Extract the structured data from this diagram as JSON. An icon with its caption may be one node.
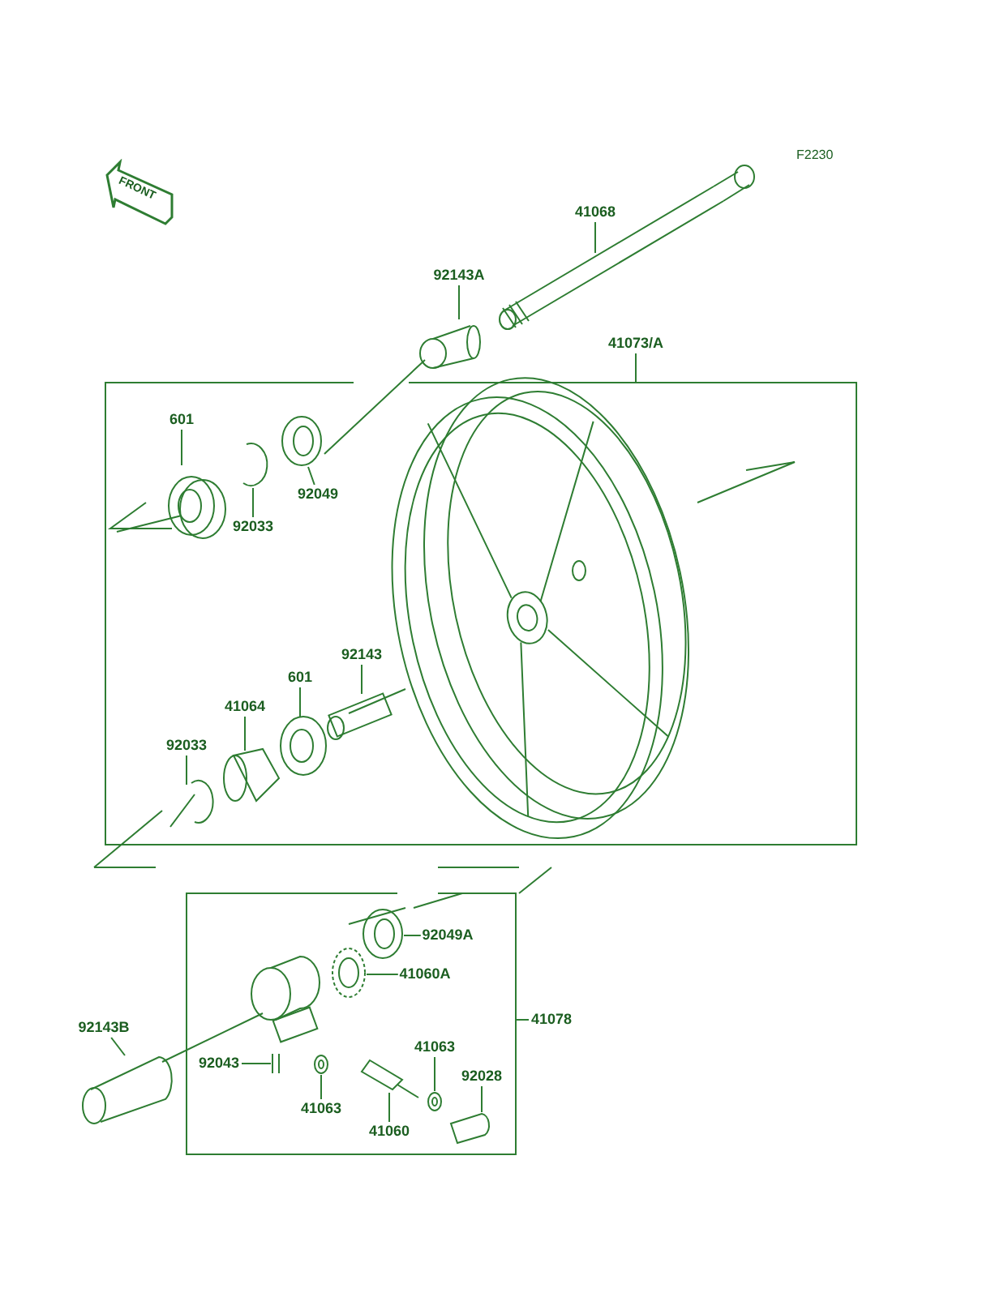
{
  "diagram": {
    "nodes": [
      {
        "text": [
          "41068"
        ]
      },
      {
        "text": [
          "92143A"
        ]
      },
      {
        "text": [
          "41073/A"
        ]
      },
      {
        "text": [
          "601"
        ]
      },
      {
        "text": [
          "92049"
        ]
      },
      {
        "text": [
          "92033"
        ]
      },
      {
        "text": [
          "92143"
        ]
      },
      {
        "text": [
          "601"
        ]
      },
      {
        "text": [
          "41064"
        ]
      },
      {
        "text": [
          "92033"
        ]
      },
      {
        "text": [
          "92049A"
        ]
      },
      {
        "text": [
          "41060A"
        ]
      },
      {
        "text": [
          "41078"
        ]
      },
      {
        "text": [
          "92143B"
        ]
      },
      {
        "text": [
          "41063"
        ]
      },
      {
        "text": [
          "92043"
        ]
      },
      {
        "text": [
          "92028"
        ]
      },
      {
        "text": [
          "41063"
        ]
      },
      {
        "text": [
          "41060"
        ]
      },
      {
        "text": [],
        "shape": "picture"
      },
      {
        "text": [],
        "shape": "picture"
      },
      {
        "text": [],
        "shape": "picture"
      }
    ],
    "edges": [
      {
        "from": 0,
        "to": null,
        "arrow": "none"
      },
      {
        "from": 1,
        "to": null,
        "arrow": "none"
      },
      {
        "from": 2,
        "to": null,
        "arrow": "none"
      },
      {
        "from": 3,
        "to": null,
        "arrow": "none"
      },
      {
        "from": 4,
        "to": null,
        "arrow": "none"
      },
      {
        "from": 5,
        "to": null,
        "arrow": "none"
      },
      {
        "from": 6,
        "to": null,
        "arrow": "none"
      },
      {
        "from": 7,
        "to": null,
        "arrow": "none"
      },
      {
        "from": 8,
        "to": null,
        "arrow": "none"
      },
      {
        "from": 9,
        "to": null,
        "arrow": "none"
      },
      {
        "from": 10,
        "to": null,
        "arrow": "none"
      },
      {
        "from": 11,
        "to": null,
        "arrow": "none"
      },
      {
        "from": 12,
        "to": null,
        "arrow": "none"
      },
      {
        "from": 13,
        "to": null,
        "arrow": "none"
      },
      {
        "from": 14,
        "to": 20,
        "arrow": "none"
      },
      {
        "from": 15,
        "to": null,
        "arrow": "none"
      },
      {
        "from": 16,
        "to": 21,
        "arrow": "none"
      },
      {
        "from": 17,
        "to": 19,
        "arrow": "none"
      },
      {
        "from": 18,
        "to": null,
        "arrow": "none"
      }
    ],
    "labels": [
      "F2230",
      "FRONT"
    ]
  }
}
